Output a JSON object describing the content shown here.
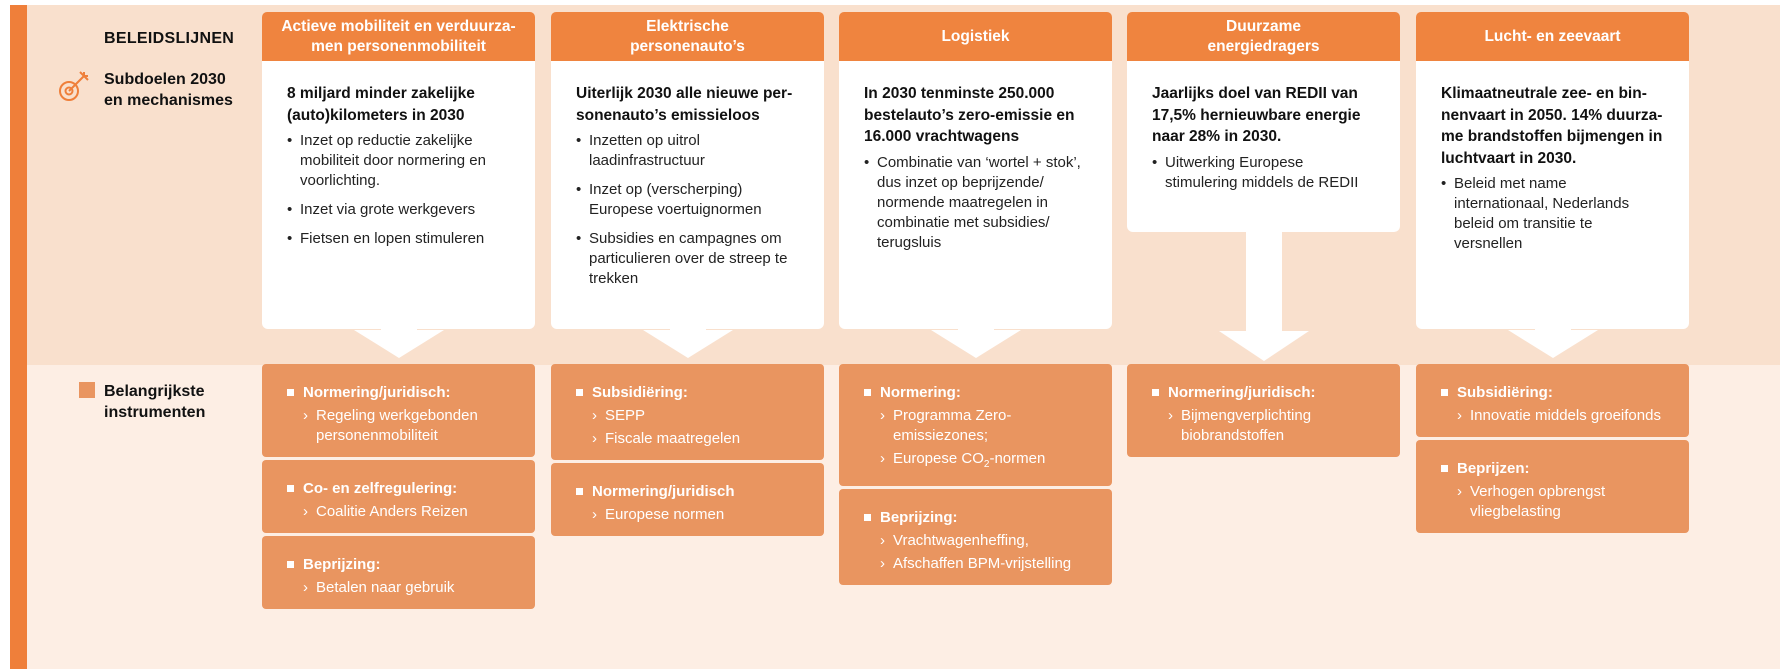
{
  "row_labels": {
    "beleidslijnen": "BELEIDSLIJNEN",
    "subdoelen_line1": "Subdoelen 2030",
    "subdoelen_line2": "en mechanismes",
    "instrumenten_line1": "Belangrijkste",
    "instrumenten_line2": "instrumenten"
  },
  "columns": [
    {
      "header": [
        "Actieve mobiliteit en verduurza-",
        "men personenmobiliteit"
      ],
      "goal": [
        "8 miljard minder zakelijke",
        "(auto)kilometers in 2030"
      ],
      "bullets": [
        [
          "Inzet op reductie zakelijke",
          "mobiliteit door normering en",
          "voorlichting."
        ],
        [
          "Inzet via grote werkgevers"
        ],
        [
          "Fietsen en lopen stimuleren"
        ]
      ],
      "instruments": [
        {
          "type": "Normering/juridisch:",
          "items": [
            [
              "Regeling werkgebonden",
              "personenmobiliteit"
            ]
          ]
        },
        {
          "type": "Co- en zelfregulering:",
          "items": [
            [
              "Coalitie Anders Reizen"
            ]
          ]
        },
        {
          "type": "Beprijzing:",
          "items": [
            [
              "Betalen naar gebruik"
            ]
          ]
        }
      ]
    },
    {
      "header": [
        "Elektrische",
        "personenauto’s"
      ],
      "goal": [
        "Uiterlijk 2030 alle nieuwe per-",
        "sonenauto’s emissieloos"
      ],
      "bullets": [
        [
          "Inzetten op uitrol",
          "laadinfrastructuur"
        ],
        [
          "Inzet op (verscherping)",
          "Europese voertuignormen"
        ],
        [
          "Subsidies en campagnes om",
          "particulieren over de streep te",
          "trekken"
        ]
      ],
      "instruments": [
        {
          "type": "Subsidiëring:",
          "items": [
            [
              "SEPP"
            ],
            [
              "Fiscale maatregelen"
            ]
          ]
        },
        {
          "type": "Normering/juridisch",
          "items": [
            [
              "Europese normen"
            ]
          ]
        }
      ]
    },
    {
      "header": [
        "Logistiek"
      ],
      "goal": [
        "In 2030 tenminste 250.000",
        "bestelauto’s zero-emissie en",
        "16.000 vrachtwagens"
      ],
      "bullets": [
        [
          "Combinatie van ‘wortel + stok’,",
          "dus inzet op beprijzende/",
          "normende maatregelen in",
          "combinatie met subsidies/",
          "terugsluis"
        ]
      ],
      "instruments": [
        {
          "type": "Normering:",
          "items": [
            [
              "Programma Zero-",
              "emissiezones;"
            ],
            [
              "Europese CO₂-normen"
            ]
          ]
        },
        {
          "type": "Beprijzing:",
          "items": [
            [
              "Vrachtwagenheffing,"
            ],
            [
              "Afschaffen BPM-vrijstelling"
            ]
          ]
        }
      ]
    },
    {
      "header": [
        "Duurzame",
        "energiedragers"
      ],
      "goal": [
        "Jaarlijks doel van REDII van",
        "17,5% hernieuwbare energie",
        "naar 28% in 2030."
      ],
      "bullets": [
        [
          "Uitwerking Europese",
          "stimulering middels de REDII"
        ]
      ],
      "instruments": [
        {
          "type": "Normering/juridisch:",
          "items": [
            [
              "Bijmengverplichting",
              "biobrandstoffen"
            ]
          ]
        }
      ]
    },
    {
      "header": [
        "Lucht- en zeevaart"
      ],
      "goal": [
        "Klimaatneutrale zee- en bin-",
        "nenvaart in 2050. 14% duurza-",
        "me brandstoffen bijmengen in",
        "luchtvaart in 2030."
      ],
      "bullets": [
        [
          "Beleid met name",
          "internationaal, Nederlands",
          "beleid om transitie te",
          "versnellen"
        ]
      ],
      "instruments": [
        {
          "type": "Subsidiëring:",
          "items": [
            [
              "Innovatie middels groeifonds"
            ]
          ]
        },
        {
          "type": "Beprijzen:",
          "items": [
            [
              "Verhogen opbrengst",
              "vliegbelasting"
            ]
          ]
        }
      ]
    }
  ],
  "colors": {
    "accent": "#ef7f3a",
    "header": "#ef843f",
    "instrument": "#e99560",
    "band_top": "#f9e0cd",
    "band_bottom": "#fdeee4"
  },
  "icons": {
    "subdoelen": "target-arrow-icon",
    "instrumenten": "square-icon",
    "connector": "down-arrow-icon"
  }
}
